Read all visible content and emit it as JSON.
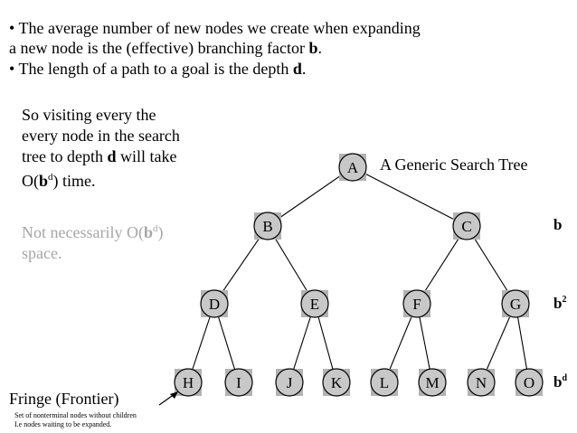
{
  "bullets": [
    {
      "pre": "• The average number of new nodes we create when expanding",
      "br": "a new node is the (effective) branching factor ",
      "bold": "b",
      "post": "."
    },
    {
      "pre": "• The length of a path to a goal is the depth ",
      "bold": "d",
      "post": "."
    }
  ],
  "visiting": {
    "l1": "So visiting every the",
    "l2": "every node in the search",
    "l3_pre": "tree to depth ",
    "l3_bold": "d",
    "l3_post": " will take",
    "l4_pre": "O(",
    "l4_bold": "b",
    "l4_sup": "d",
    "l4_post": ") time."
  },
  "space": {
    "l1_pre": "Not necessarily O(",
    "l1_bold": "b",
    "l1_sup": "d",
    "l1_post": ")",
    "l2": "space.",
    "color": "#a6a6a6"
  },
  "tree": {
    "title": "A Generic Search Tree",
    "node_fill": "#c8c8c8",
    "shadow": "#b3b3b3",
    "nodes": [
      "A",
      "B",
      "C",
      "D",
      "E",
      "F",
      "G",
      "H",
      "I",
      "J",
      "K",
      "L",
      "M",
      "N",
      "O"
    ]
  },
  "levels": {
    "l1": "b",
    "l2_base": "b",
    "l2_sup": "2",
    "l3_base": "b",
    "l3_sup": "d"
  },
  "fringe": {
    "title": "Fringe (Frontier)",
    "line1": "Set of nonterminal nodes without children",
    "line2": "I.e nodes waiting to be expanded."
  }
}
